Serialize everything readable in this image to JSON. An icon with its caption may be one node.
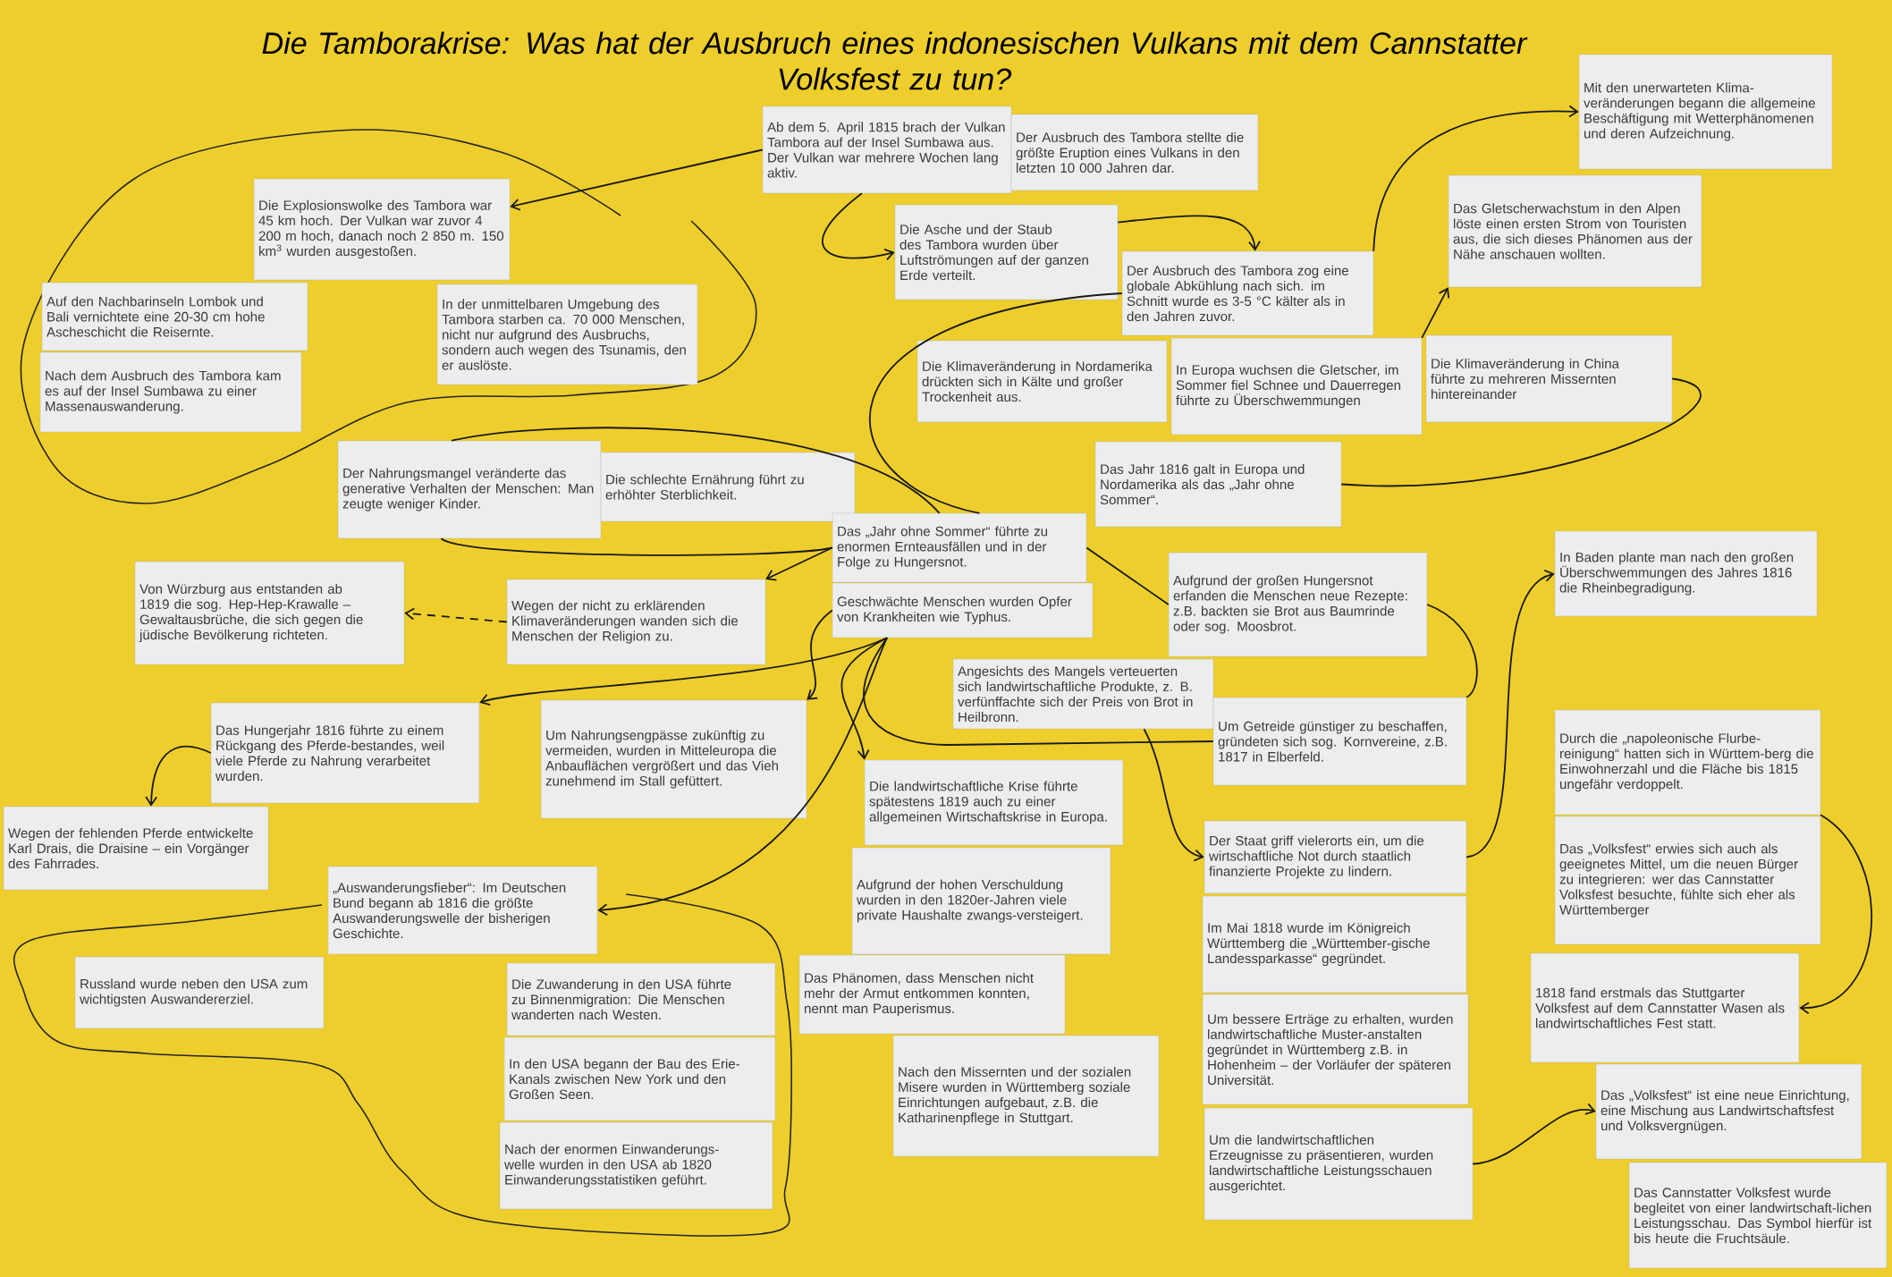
{
  "diagram": {
    "title": "Die Tamborakrise: Was hat der Ausbruch eines indonesischen Vulkans mit dem Cannstatter Volksfest zu tun?",
    "nodes": [
      {
        "text": [
          "Ab dem 5. April 1815 brach der Vulkan Tambora auf der Insel Sumbawa aus. Der Vulkan war mehrere Wochen lang aktiv."
        ]
      },
      {
        "text": [
          "Der Ausbruch des Tambora stellte die größte Eruption eines Vulkans in den letzten 10 000 Jahren dar."
        ]
      },
      {
        "text": [
          "Die Explosionswolke des Tambora war 45 km hoch. Der Vulkan war zuvor 4 200 m hoch, danach noch 2 850 m. 150 km$^{3}$ wurden ausgestoßen."
        ]
      },
      {
        "text": [
          "Auf den Nachbarinseln Lombok und Bali vernichtete eine 20-30 cm hohe Ascheschicht die Reisernte."
        ]
      },
      {
        "text": [
          "Nach dem Ausbruch des Tambora kam es auf der Insel Sumbawa zu einer Massenauswanderung."
        ]
      },
      {
        "text": [
          "In der unmittelbaren Umgebung des Tambora starben ca. 70 000 Menschen, nicht nur aufgrund des Ausbruchs, sondern auch wegen des Tsunamis, den er auslöste."
        ]
      },
      {
        "text": [
          "Die Asche und der Staub des Tambora wurden über Luftströmungen auf der ganzen Erde verteilt."
        ]
      },
      {
        "text": [
          "Der Ausbruch des Tambora zog eine globale Abkühlung nach sich. im Schnitt wurde es 3-5 °C kälter als in den Jahren zuvor."
        ]
      },
      {
        "text": [
          "Die Klimaveränderung in Nordamerika drückten sich in Kälte und großer Trockenheit aus."
        ]
      },
      {
        "text": [
          "In Europa wuchsen die Gletscher, im Sommer fiel Schnee und Dauerregen führte zu Überschwemmungen"
        ]
      },
      {
        "text": [
          "Die Klimaveränderung in China führte zu mehreren Missernten hintereinander"
        ]
      },
      {
        "text": [
          "Mit den unerwarteten Klima-veränderungen begann die allgemeine Beschäftigung mit Wetterphänomenen und deren Aufzeichnung."
        ]
      },
      {
        "text": [
          "Das Gletscherwachstum in den Alpen löste einen ersten Strom von Touristen aus, die sich dieses Phänomen aus der Nähe anschauen wollten."
        ]
      },
      {
        "text": [
          "Das Jahr 1816 galt in Europa und Nordamerika als das „Jahr ohne Sommer“."
        ]
      },
      {
        "text": [
          "Der Nahrungsmangel veränderte das generative Verhalten der Menschen: Man zeugte weniger Kinder."
        ]
      },
      {
        "text": [
          "Die schlechte Ernährung führt zu erhöhter Sterblichkeit."
        ]
      },
      {
        "text": [
          "Das „Jahr ohne Sommer“ führte zu enormen Ernteausfällen und in der Folge zu Hungersnot."
        ]
      },
      {
        "text": [
          "Geschwächte Menschen wurden Opfer von Krankheiten wie Typhus."
        ]
      },
      {
        "text": [
          "Aufgrund der großen Hungersnot erfanden die Menschen neue Rezepte: z.B. backten sie Brot aus Baumrinde oder sog. Moosbrot."
        ]
      },
      {
        "text": [
          "Von Würzburg aus entstanden ab 1819 die sog. Hep-Hep-Krawalle – Gewaltausbrüche, die sich gegen die jüdische Bevölkerung richteten."
        ]
      },
      {
        "text": [
          "Wegen der nicht zu erklärenden Klimaveränderungen wanden sich die Menschen der Religion zu."
        ]
      },
      {
        "text": [
          "Angesichts des Mangels verteuerten sich landwirtschaftliche Produkte, z. B. verfünffachte sich der Preis von Brot in Heilbronn."
        ]
      },
      {
        "text": [
          "Um Getreide günstiger zu beschaffen, gründeten sich sog. Kornvereine, z.B. 1817 in Elberfeld."
        ]
      },
      {
        "text": [
          "In Baden plante man nach den großen Überschwemmungen des Jahres 1816 die Rheinbegradigung."
        ]
      },
      {
        "text": [
          "Das Hungerjahr 1816 führte zu einem Rückgang des Pferde-bestandes, weil viele Pferde zu Nahrung verarbeitet wurden."
        ]
      },
      {
        "text": [
          "Wegen der fehlenden Pferde entwickelte Karl Drais, die Draisine – ein Vorgänger des Fahrrades."
        ]
      },
      {
        "text": [
          "Um Nahrungsengpässe zukünftig zu vermeiden, wurden in Mitteleuropa die Anbauflächen vergrößert und das Vieh zunehmend im Stall gefüttert."
        ]
      },
      {
        "text": [
          "Die landwirtschaftliche Krise führte spätestens 1819 auch zu einer allgemeinen Wirtschaftskrise in Europa."
        ]
      },
      {
        "text": [
          "Aufgrund der hohen Verschuldung wurden in den 1820er-Jahren viele private Haushalte zwangs-versteigert."
        ]
      },
      {
        "text": [
          "Das Phänomen, dass Menschen nicht mehr der Armut entkommen konnten, nennt man Pauperismus."
        ]
      },
      {
        "text": [
          "Nach den Missernten und der sozialen Misere wurden in Württemberg soziale Einrichtungen aufgebaut, z.B. die Katharinenpflege in Stuttgart."
        ]
      },
      {
        "text": [
          "Der Staat griff vielerorts ein, um die wirtschaftliche Not durch staatlich finanzierte Projekte zu lindern."
        ]
      },
      {
        "text": [
          "Im Mai 1818 wurde im Königreich Württemberg die „Württember-gische Landessparkasse“ gegründet."
        ]
      },
      {
        "text": [
          "Um bessere Erträge zu erhalten, wurden landwirtschaftliche Muster-anstalten gegründet in Württemberg z.B. in Hohenheim – der Vorläufer der späteren Universität."
        ]
      },
      {
        "text": [
          "Um die landwirtschaftlichen Erzeugnisse zu präsentieren, wurden landwirtschaftliche Leistungsschauen ausgerichtet."
        ]
      },
      {
        "text": [
          "„Auswanderungsfieber“: Im Deutschen Bund begann ab 1816 die größte Auswanderungswelle der bisherigen Geschichte."
        ]
      },
      {
        "text": [
          "Russland wurde neben den USA zum wichtigsten Auswandererziel."
        ]
      },
      {
        "text": [
          "Die Zuwanderung in den USA führte zu Binnenmigration: Die Menschen wanderten nach Westen."
        ]
      },
      {
        "text": [
          "In den USA begann der Bau des Erie-Kanals zwischen New York und den Großen Seen."
        ]
      },
      {
        "text": [
          "Nach der enormen Einwanderungs-welle wurden in den USA ab 1820 Einwanderungsstatistiken geführt."
        ]
      },
      {
        "text": [
          "Durch die „napoleonische Flurbe-reinigung“ hatten sich in Württem-berg die Einwohnerzahl und die Fläche bis 1815 ungefähr verdoppelt."
        ]
      },
      {
        "text": [
          "Das „Volksfest“ erwies sich auch als geeignetes Mittel, um die neuen Bürger zu integrieren: wer das Cannstatter Volksfest besuchte, fühlte sich eher als Württemberger"
        ]
      },
      {
        "text": [
          "1818 fand erstmals das Stuttgarter Volksfest auf dem Cannstatter Wasen als landwirtschaftliches Fest statt."
        ]
      },
      {
        "text": [
          "Das „Volksfest“ ist eine neue Einrichtung, eine Mischung aus Landwirtschaftsfest und Volksvergnügen."
        ]
      },
      {
        "text": [
          "Das Cannstatter Volksfest wurde begleitet von einer landwirtschaft-lichen Leistungsschau. Das Symbol hierfür ist bis heute die Fruchtsäule."
        ]
      }
    ],
    "edges": [
      {
        "from": 0,
        "to": 2,
        "arrow": "to"
      },
      {
        "from": 0,
        "to": 6,
        "arrow": "to"
      },
      {
        "from": 6,
        "to": 7,
        "arrow": "to"
      },
      {
        "from": 7,
        "to": 11,
        "arrow": "to"
      },
      {
        "from": 9,
        "to": 12,
        "arrow": "to"
      },
      {
        "from": 7,
        "to": 16,
        "arrow": "none"
      },
      {
        "from": 13,
        "to": 10,
        "arrow": "none"
      },
      {
        "from": 16,
        "to": 20,
        "arrow": "to"
      },
      {
        "from": 20,
        "to": 19,
        "arrow": "to",
        "style": "dashed"
      },
      {
        "from": 16,
        "to": 18,
        "arrow": "none"
      },
      {
        "from": 17,
        "to": 26,
        "arrow": "to"
      },
      {
        "from": 17,
        "to": 27,
        "arrow": "to"
      },
      {
        "from": 17,
        "to": 22,
        "arrow": "none"
      },
      {
        "from": 21,
        "to": 31,
        "arrow": "to"
      },
      {
        "from": 17,
        "to": 24,
        "arrow": "to"
      },
      {
        "from": 17,
        "to": 35,
        "arrow": "to"
      },
      {
        "from": 24,
        "to": 25,
        "arrow": "to"
      },
      {
        "from": 18,
        "to": 22,
        "arrow": "none"
      },
      {
        "from": 31,
        "to": 23,
        "arrow": "to"
      },
      {
        "from": 40,
        "to": 42,
        "arrow": "to"
      },
      {
        "from": 34,
        "to": 43,
        "arrow": "to"
      },
      {
        "from": 16,
        "to": 14,
        "arrow": "none"
      },
      {
        "from": 16,
        "to": 14,
        "arrow": "none"
      }
    ]
  }
}
